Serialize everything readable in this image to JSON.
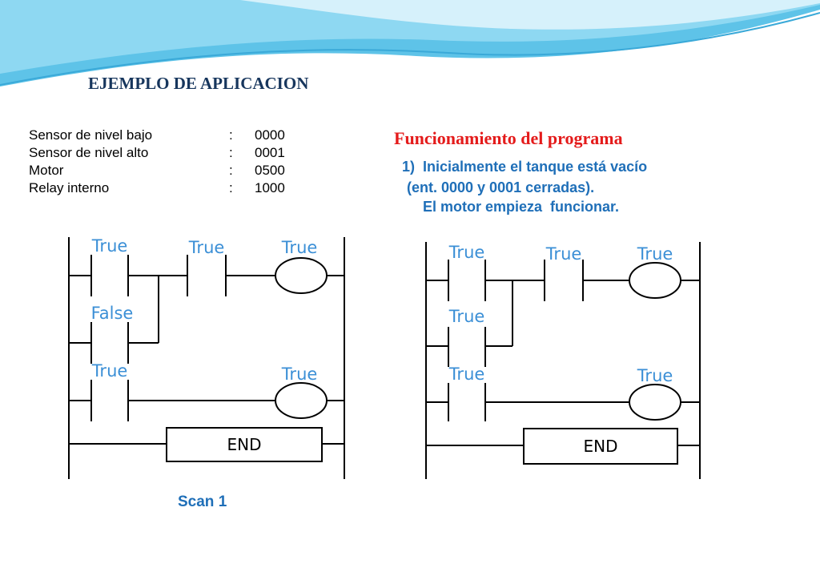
{
  "slide": {
    "title": "EJEMPLO DE APLICACION",
    "addresses": [
      {
        "name": "Sensor de nivel bajo",
        "sep": ":",
        "addr": "0000"
      },
      {
        "name": "Sensor de nivel alto",
        "sep": ":",
        "addr": "0001"
      },
      {
        "name": "Motor",
        "sep": ":",
        "addr": "0500"
      },
      {
        "name": "Relay interno",
        "sep": ":",
        "addr": "1000"
      }
    ],
    "section_title": "Funcionamiento del programa",
    "steps": [
      {
        "number": "1)",
        "text": "Inicialmente el tanque está vacío"
      },
      {
        "text": "(ent. 0000 y 0001 cerradas)."
      },
      {
        "text": "El motor empieza  funcionar."
      }
    ],
    "caption": "Scan 1"
  },
  "ladder_left": {
    "rung1_contact_a": "True",
    "rung1_contact_b": "True",
    "rung1_coil": "True",
    "rung1_parallel_contact": "False",
    "rung2_contact": "True",
    "rung2_coil": "True",
    "end_label": "END"
  },
  "ladder_right": {
    "rung1_contact_a": "True",
    "rung1_contact_b": "True",
    "rung1_coil": "True",
    "rung1_parallel_contact": "True",
    "rung2_contact": "True",
    "rung2_coil": "True",
    "end_label": "END"
  },
  "colors": {
    "state_text": "#3b8fd6",
    "heading": "#17365d",
    "section_title": "#e41b1b",
    "body_text": "#1f6fb8"
  }
}
